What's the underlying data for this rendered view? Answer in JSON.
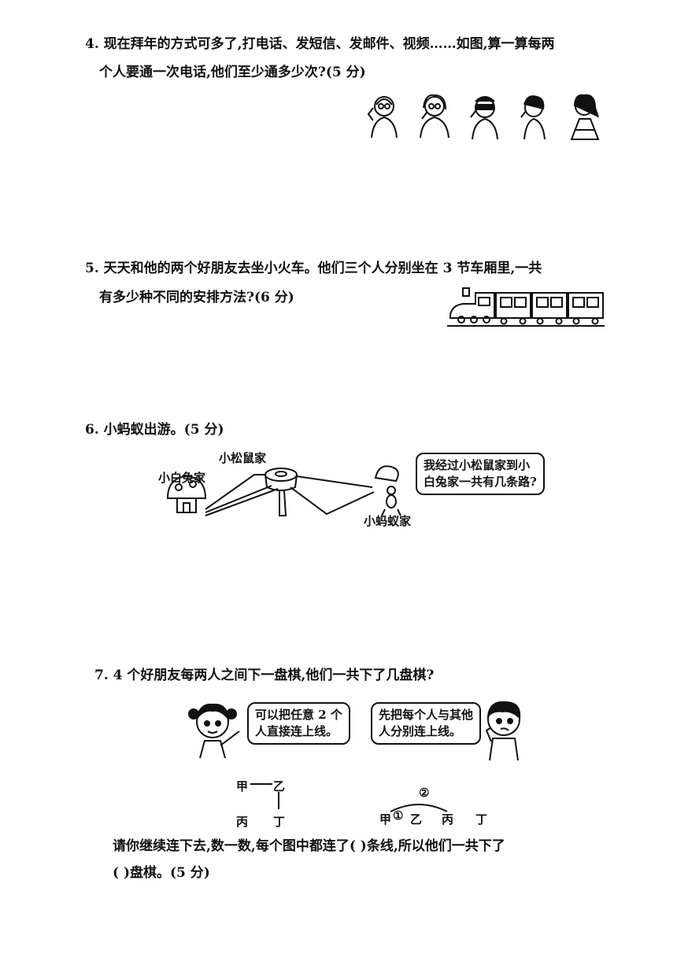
{
  "q4": {
    "number": "4.",
    "line1": "现在拜年的方式可多了,打电话、发短信、发邮件、视频……如图,算一算每两",
    "line2": "个人要通一次电话,他们至少通多少次?(5 分)"
  },
  "q5": {
    "number": "5.",
    "line1": "天天和他的两个好朋友去坐小火车。他们三个人分别坐在 3 节车厢里,一共",
    "line2": "有多少种不同的安排方法?(6 分)"
  },
  "q6": {
    "number": "6.",
    "title": "小蚂蚁出游。(5 分)",
    "squirrel_home": "小松鼠家",
    "rabbit_home": "小白兔家",
    "ant_home": "小蚂蚁家",
    "bubble_line1": "我经过小松鼠家到小",
    "bubble_line2": "白兔家一共有几条路?"
  },
  "q7": {
    "number": "7.",
    "title": "4 个好朋友每两人之间下一盘棋,他们一共下了几盘棋?",
    "girl_bubble_line1": "可以把任意 2 个",
    "girl_bubble_line2": "人直接连上线。",
    "boy_bubble_line1": "先把每个人与其他",
    "boy_bubble_line2": "人分别连上线。",
    "d1": {
      "jia": "甲",
      "yi": "乙",
      "bing": "丙",
      "ding": "丁"
    },
    "d2": {
      "jia": "甲",
      "mark1": "①",
      "yi": "乙",
      "bing": "丙",
      "ding": "丁",
      "mark2": "②"
    },
    "answer_line1": "请你继续连下去,数一数,每个图中都连了(       )条线,所以他们一共下了",
    "answer_line2": "(       )盘棋。(5 分)"
  }
}
